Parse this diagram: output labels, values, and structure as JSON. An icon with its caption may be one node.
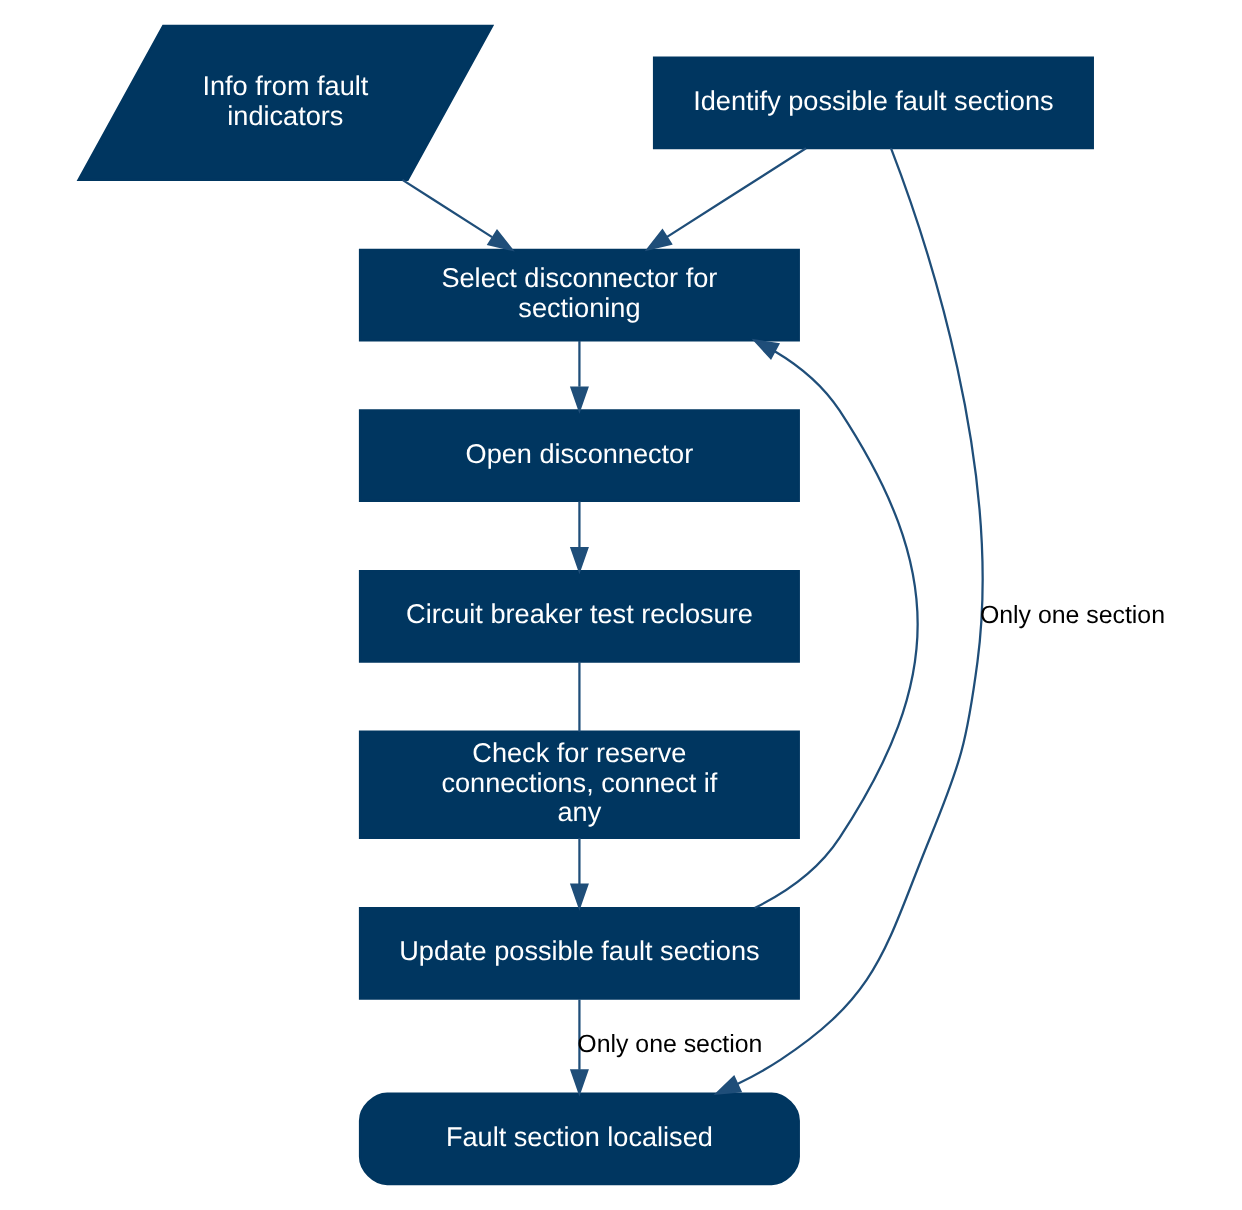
{
  "diagram": {
    "nodes": [
      {
        "text": [
          "Identify possible fault sections"
        ]
      },
      {
        "text": [
          "Info from fault indicators"
        ]
      },
      {
        "text": [
          "Select disconnector for sectioning"
        ]
      },
      {
        "text": [
          "Open disconnector"
        ]
      },
      {
        "text": [
          "Circuit breaker test reclosure"
        ]
      },
      {
        "text": [
          "Check for reserve connections, connect if any"
        ]
      },
      {
        "text": [
          "Update possible fault sections"
        ]
      },
      {
        "text": [
          "Fault section localised"
        ]
      }
    ],
    "edges": [
      {
        "from": 0,
        "to": 2,
        "arrow": "to"
      },
      {
        "from": 1,
        "to": 2,
        "arrow": "to"
      },
      {
        "from": 2,
        "to": 3,
        "arrow": "to"
      },
      {
        "from": 3,
        "to": 4,
        "arrow": "to"
      },
      {
        "from": 4,
        "to": 5,
        "arrow": "none"
      },
      {
        "from": 5,
        "to": 6,
        "arrow": "to"
      },
      {
        "from": 6,
        "to": 2,
        "arrow": "to"
      },
      {
        "from": 6,
        "to": 7,
        "arrow": "to",
        "label": "Only one section"
      },
      {
        "from": 0,
        "to": 7,
        "arrow": "to",
        "label": "Only one section"
      }
    ]
  }
}
